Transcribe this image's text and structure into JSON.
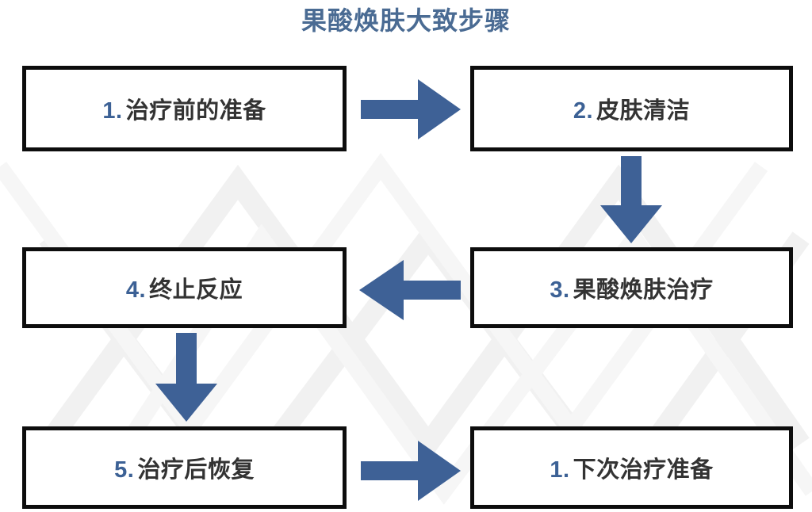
{
  "page": {
    "title": "果酸焕肤大致步骤",
    "background_color": "#ffffff"
  },
  "colors": {
    "title": "#4a6b93",
    "arrow": "#3e6196",
    "box_border": "#0d0d0d",
    "step_number": "#3c6195",
    "step_text": "#333333",
    "watermark": "#f2f2f2"
  },
  "flow": {
    "steps": [
      {
        "id": "box-1",
        "number": "1.",
        "label": "治疗前的准备",
        "row": 1,
        "col": 1
      },
      {
        "id": "box-2",
        "number": "2.",
        "label": "皮肤清洁",
        "row": 1,
        "col": 2
      },
      {
        "id": "box-3",
        "number": "3.",
        "label": "果酸焕肤治疗",
        "row": 2,
        "col": 2
      },
      {
        "id": "box-4",
        "number": "4.",
        "label": "终止反应",
        "row": 2,
        "col": 1
      },
      {
        "id": "box-5",
        "number": "5.",
        "label": "治疗后恢复",
        "row": 3,
        "col": 1
      },
      {
        "id": "box-6",
        "number": "1.",
        "label": "下次治疗准备",
        "row": 3,
        "col": 2
      }
    ],
    "connectors": [
      {
        "id": "arrow-1-2",
        "from": "box-1",
        "to": "box-2",
        "direction": "right",
        "icon": "arrow-right-icon"
      },
      {
        "id": "arrow-2-3",
        "from": "box-2",
        "to": "box-3",
        "direction": "down",
        "icon": "arrow-down-icon"
      },
      {
        "id": "arrow-3-4",
        "from": "box-3",
        "to": "box-4",
        "direction": "left",
        "icon": "arrow-left-icon"
      },
      {
        "id": "arrow-4-5",
        "from": "box-4",
        "to": "box-5",
        "direction": "down",
        "icon": "arrow-down-icon"
      },
      {
        "id": "arrow-5-6",
        "from": "box-5",
        "to": "box-6",
        "direction": "right",
        "icon": "arrow-right-icon"
      }
    ]
  }
}
